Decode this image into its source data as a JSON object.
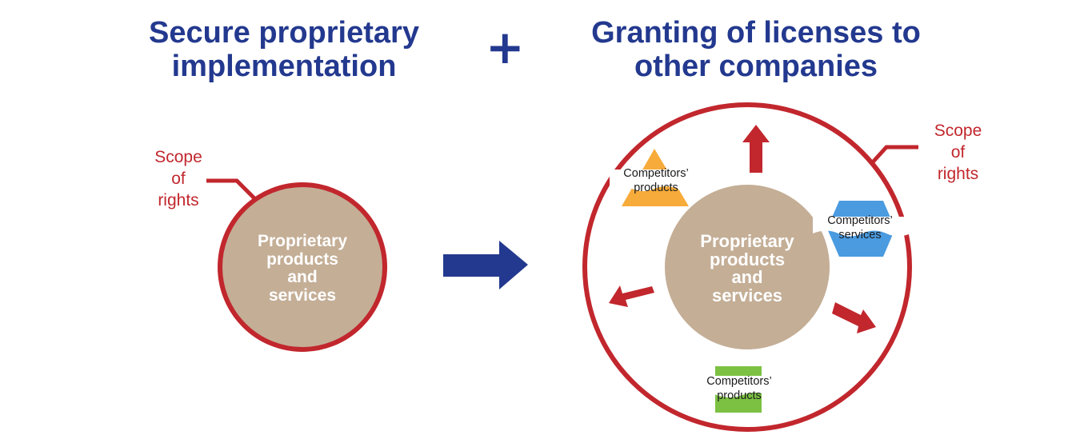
{
  "headings": {
    "left": [
      "Secure proprietary",
      "implementation"
    ],
    "plus": "+",
    "right": [
      "Granting of licenses to",
      "other companies"
    ]
  },
  "left_panel": {
    "scope_label": [
      "Scope",
      "of",
      "rights"
    ],
    "core_label": [
      "Proprietary",
      "products",
      "and",
      "services"
    ]
  },
  "right_panel": {
    "scope_label": [
      "Scope",
      "of",
      "rights"
    ],
    "core_label": [
      "Proprietary",
      "products",
      "and",
      "services"
    ],
    "competitors": [
      {
        "shape": "triangle",
        "lines": [
          "Competitors’",
          "products"
        ],
        "color": "#f7ab3a"
      },
      {
        "shape": "hexagon",
        "lines": [
          "Competitors’",
          "services"
        ],
        "color": "#4a9be0"
      },
      {
        "shape": "square",
        "lines": [
          "Competitors’",
          "products"
        ],
        "color": "#7cc142"
      }
    ]
  },
  "colors": {
    "heading": "#23398f",
    "boundary": "#c1272d",
    "core": "#c4ae96",
    "transition_arrow": "#23398f",
    "expansion_arrows": "#c1272d"
  }
}
